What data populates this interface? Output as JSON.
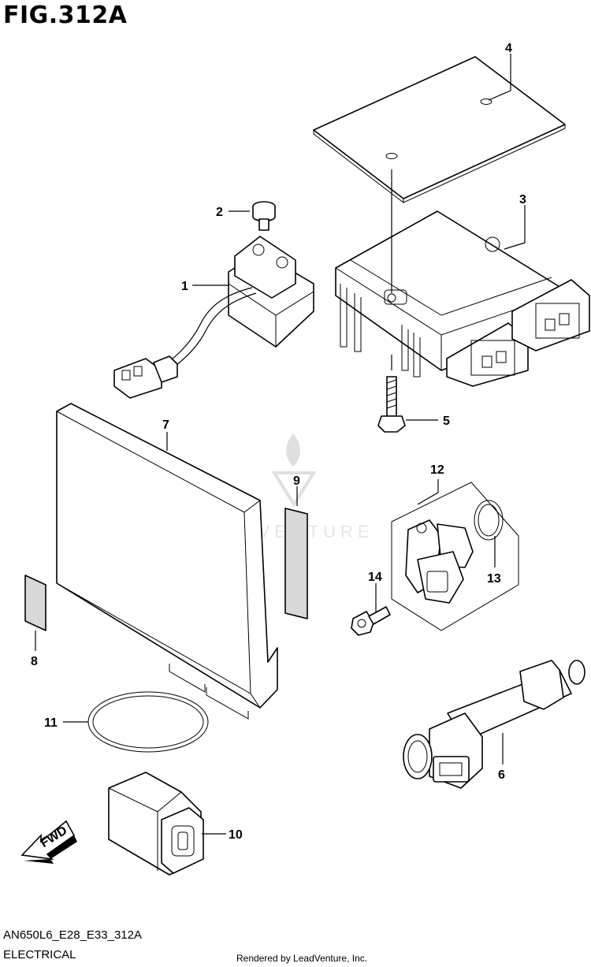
{
  "figure_title": "FIG.312A",
  "model_code": "AN650L6_E28_E33_312A",
  "section": "ELECTRICAL",
  "credit": "Rendered by LeadVenture, Inc.",
  "watermark": "LEADVENTURE",
  "fwd_label": "FWD",
  "callouts": {
    "c1": "1",
    "c2": "2",
    "c3": "3",
    "c4": "4",
    "c5": "5",
    "c6": "6",
    "c7": "7",
    "c8": "8",
    "c9": "9",
    "c10": "10",
    "c11": "11",
    "c12": "12",
    "c13": "13",
    "c14": "14"
  }
}
